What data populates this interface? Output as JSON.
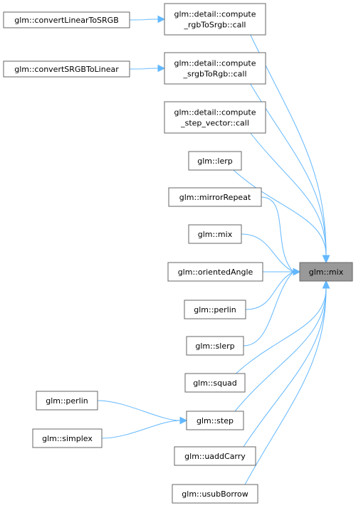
{
  "graph": {
    "colors": {
      "edge": "#63b8ff",
      "node_border": "#666666",
      "node_fill": "#ffffff",
      "focus_fill": "#999999"
    },
    "nodes": {
      "convertLinearToSRGB": [
        "glm::convertLinearToSRGB"
      ],
      "convertSRGBToLinear": [
        "glm::convertSRGBToLinear"
      ],
      "rgbToSrgb": [
        "glm::detail::compute",
        "_rgbToSrgb::call"
      ],
      "srgbToRgb": [
        "glm::detail::compute",
        "_srgbToRgb::call"
      ],
      "stepVector": [
        "glm::detail::compute",
        "_step_vector::call"
      ],
      "lerp": [
        "glm::lerp"
      ],
      "mirrorRepeat": [
        "glm::mirrorRepeat"
      ],
      "mixSrc": [
        "glm::mix"
      ],
      "orientedAngle": [
        "glm::orientedAngle"
      ],
      "perlinA": [
        "glm::perlin"
      ],
      "slerp": [
        "glm::slerp"
      ],
      "squad": [
        "glm::squad"
      ],
      "perlinB": [
        "glm::perlin"
      ],
      "simplex": [
        "glm::simplex"
      ],
      "step": [
        "glm::step"
      ],
      "uaddCarry": [
        "glm::uaddCarry"
      ],
      "usubBorrow": [
        "glm::usubBorrow"
      ],
      "mixTarget": [
        "glm::mix"
      ]
    },
    "edges": [
      [
        "convertLinearToSRGB",
        "rgbToSrgb"
      ],
      [
        "convertSRGBToLinear",
        "srgbToRgb"
      ],
      [
        "rgbToSrgb",
        "mixTarget"
      ],
      [
        "srgbToRgb",
        "mixTarget"
      ],
      [
        "stepVector",
        "mixTarget"
      ],
      [
        "lerp",
        "mixTarget"
      ],
      [
        "mirrorRepeat",
        "mixTarget"
      ],
      [
        "mixSrc",
        "mixTarget"
      ],
      [
        "orientedAngle",
        "mixTarget"
      ],
      [
        "perlinA",
        "mixTarget"
      ],
      [
        "slerp",
        "mixTarget"
      ],
      [
        "squad",
        "mixTarget"
      ],
      [
        "perlinB",
        "step"
      ],
      [
        "simplex",
        "step"
      ],
      [
        "step",
        "mixTarget"
      ],
      [
        "uaddCarry",
        "mixTarget"
      ],
      [
        "usubBorrow",
        "mixTarget"
      ]
    ]
  }
}
